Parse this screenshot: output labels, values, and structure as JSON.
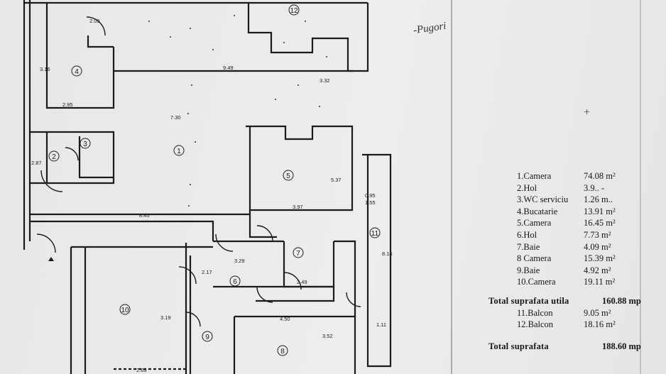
{
  "note": "-Pugori",
  "cross_mark": "+",
  "rooms": [
    {
      "name": "1.Camera",
      "area": "74.08 m²"
    },
    {
      "name": "2.Hol",
      "area": "3.9.. -"
    },
    {
      "name": "3.WC serviciu",
      "area": "1.26 m.."
    },
    {
      "name": "4.Bucatarie",
      "area": "13.91 m²"
    },
    {
      "name": "5.Camera",
      "area": "16.45 m²"
    },
    {
      "name": "6.Hol",
      "area": "7.73 m²"
    },
    {
      "name": "7.Baie",
      "area": "4.09 m²"
    },
    {
      "name": "8 Camera",
      "area": "15.39 m²"
    },
    {
      "name": "9.Baie",
      "area": "4.92 m²"
    },
    {
      "name": "10.Camera",
      "area": "19.11 m²"
    }
  ],
  "total_useful": {
    "label": "Total suprafata utila",
    "value": "160.88 mp"
  },
  "balconies": [
    {
      "name": "11.Balcon",
      "area": "9.05 m²"
    },
    {
      "name": "12.Balcon",
      "area": "18.16 m²"
    }
  ],
  "total": {
    "label": "Total suprafata",
    "value": "188.60 mp"
  },
  "plan_room_numbers": [
    "1",
    "2",
    "3",
    "4",
    "5",
    "6",
    "7",
    "8",
    "9",
    "10",
    "11",
    "12"
  ],
  "plan_dimensions": [
    "8.45",
    "9.49",
    "3.97",
    "2.95",
    "2.87",
    "4.50",
    "3.52",
    "8.15",
    "5.37",
    "3.19",
    "2.69",
    "3.16",
    "7.30",
    "3.32",
    "2.49",
    "3.29",
    "2.17",
    "1.11",
    "0.95",
    "1.55",
    "2.09"
  ]
}
